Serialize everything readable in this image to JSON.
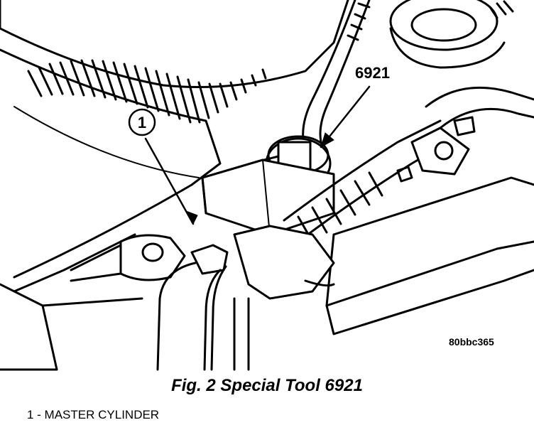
{
  "figure": {
    "tool_label": "6921",
    "callout_1": "1",
    "image_ref": "80bbc365",
    "caption": "Fig. 2 Special Tool 6921"
  },
  "legend": [
    {
      "number": "1",
      "text": "MASTER CYLINDER",
      "full": "1 - MASTER CYLINDER"
    }
  ]
}
